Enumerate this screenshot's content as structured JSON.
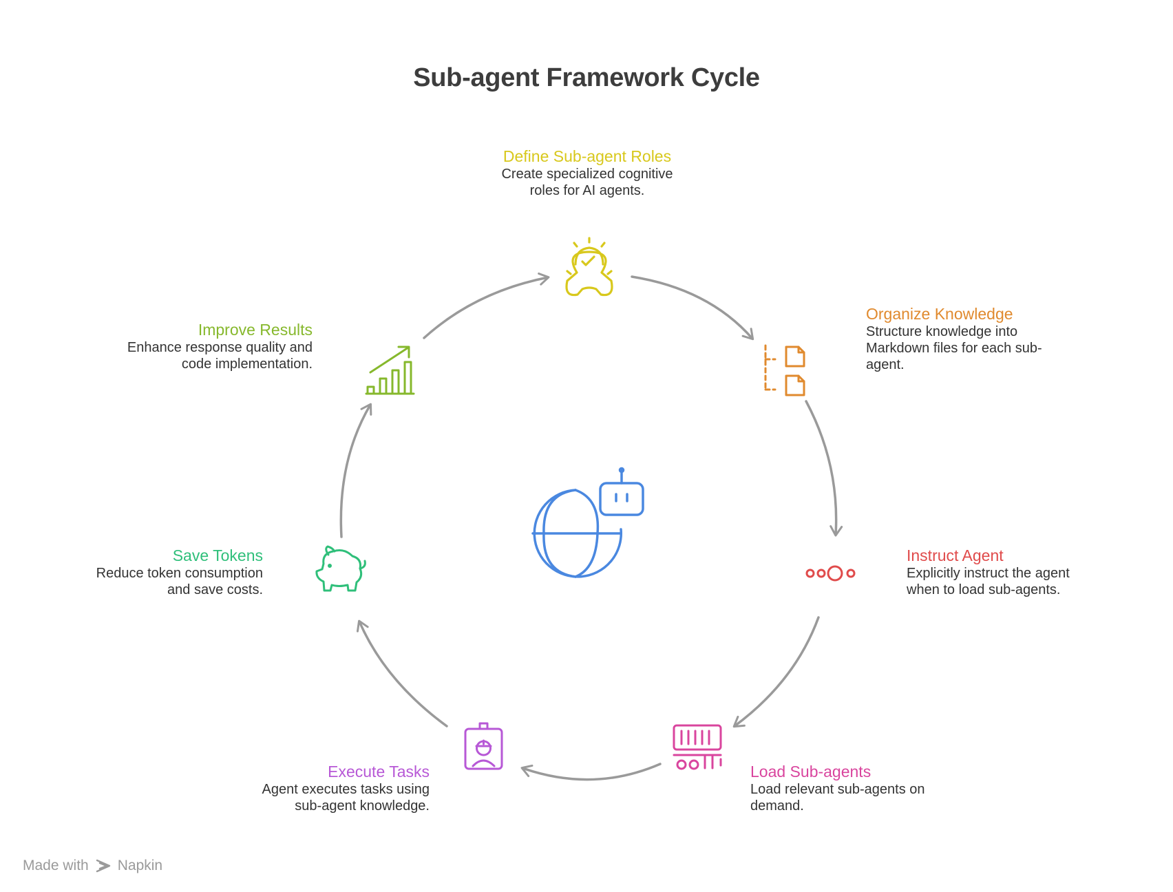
{
  "title": "Sub-agent Framework Cycle",
  "colors": {
    "define": "#d8c81c",
    "organize": "#e08a2e",
    "instruct": "#e04b4b",
    "load": "#d9459e",
    "execute": "#b758d6",
    "save": "#2fbf7a",
    "improve": "#86b82c",
    "center": "#4a88e0",
    "arrow": "#9a9a9a"
  },
  "steps": [
    {
      "id": "define",
      "title": "Define Sub-agent Roles",
      "desc_line1": "Create specialized cognitive",
      "desc_line2": "roles for AI agents.",
      "icon": "support-gear-icon"
    },
    {
      "id": "organize",
      "title": "Organize Knowledge",
      "desc_line1": "Structure knowledge into",
      "desc_line2": "Markdown files for each sub-",
      "desc_line3": "agent.",
      "icon": "file-tree-icon"
    },
    {
      "id": "instruct",
      "title": "Instruct Agent",
      "desc_line1": "Explicitly instruct the agent",
      "desc_line2": "when to load sub-agents.",
      "icon": "circles-dots-icon"
    },
    {
      "id": "load",
      "title": "Load Sub-agents",
      "desc_line1": "Load relevant sub-agents on",
      "desc_line2": "demand.",
      "icon": "conveyor-icon"
    },
    {
      "id": "execute",
      "title": "Execute Tasks",
      "desc_line1": "Agent executes tasks using",
      "desc_line2": "sub-agent knowledge.",
      "icon": "worker-badge-icon"
    },
    {
      "id": "save",
      "title": "Save Tokens",
      "desc_line1": "Reduce token consumption",
      "desc_line2": "and save costs.",
      "icon": "piggy-bank-icon"
    },
    {
      "id": "improve",
      "title": "Improve Results",
      "desc_line1": "Enhance response quality and",
      "desc_line2": "code implementation.",
      "icon": "growth-chart-icon"
    }
  ],
  "center_icon": "globe-bot-icon",
  "footer": {
    "made_with": "Made with",
    "brand": "Napkin"
  }
}
